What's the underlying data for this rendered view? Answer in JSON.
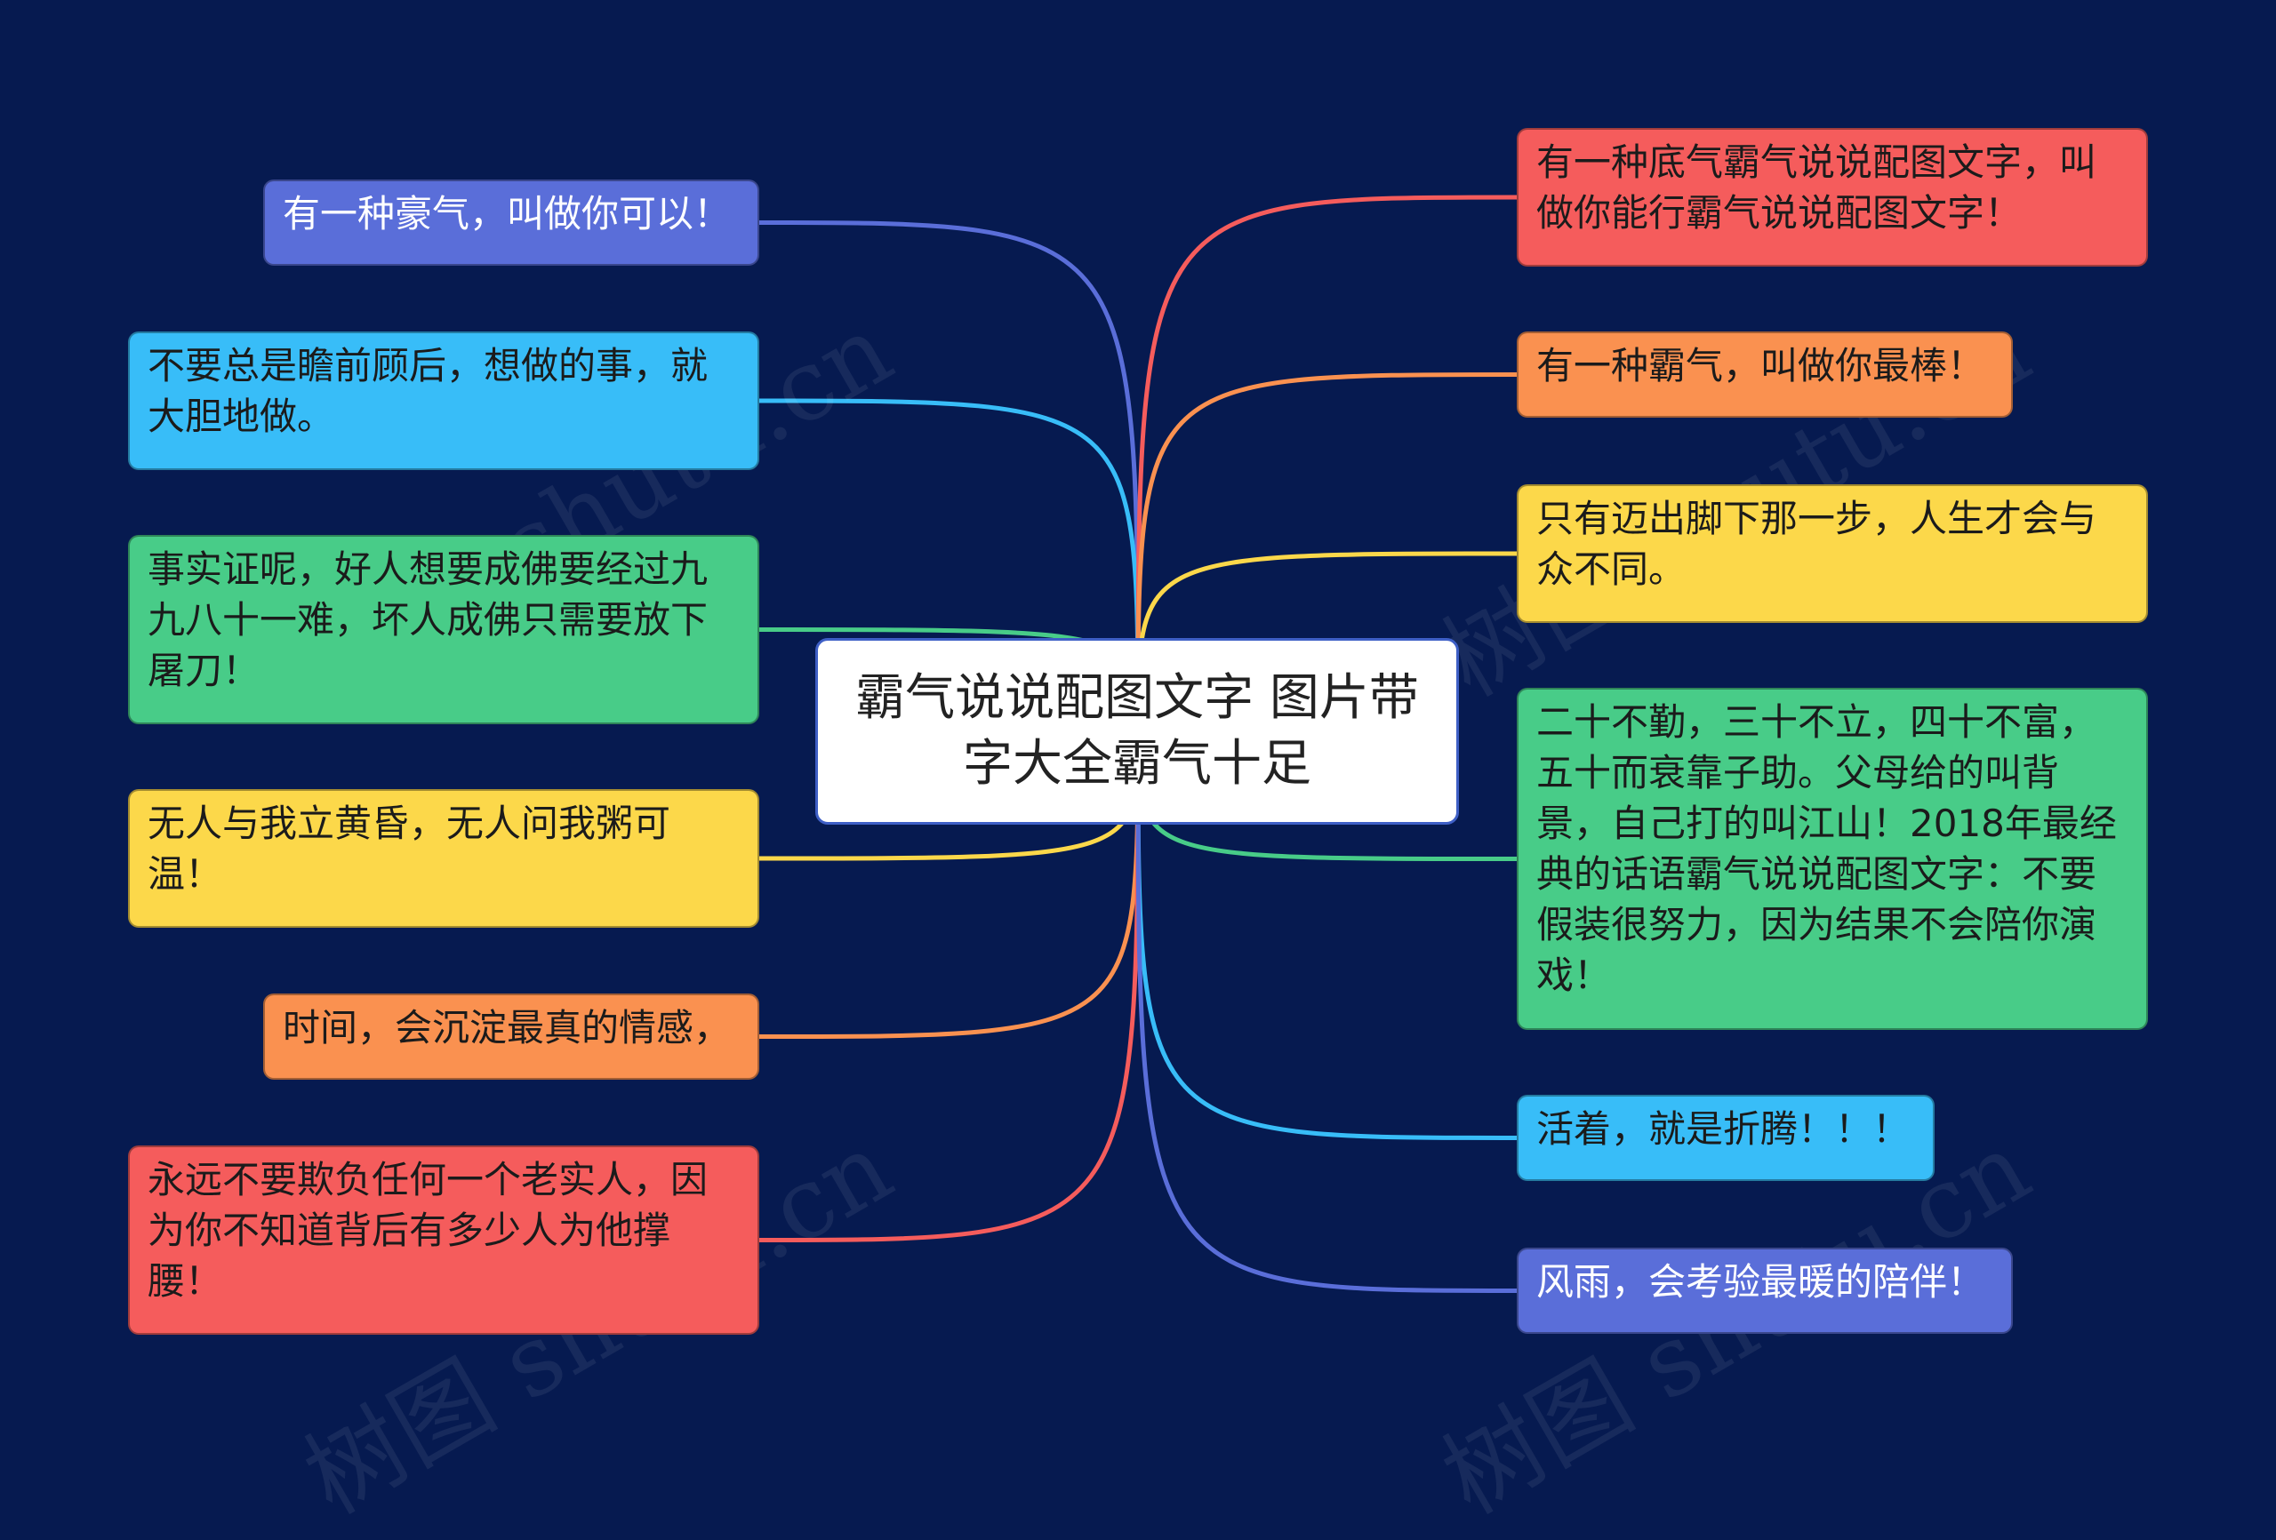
{
  "center": {
    "title": "霸气说说配图文字 图片带字大全霸气十足"
  },
  "watermark": "树图 shutu.cn",
  "colors": {
    "background": "#061A50",
    "blue": "#5A6ED9",
    "cyan": "#38BDF8",
    "green": "#48CC88",
    "yellow": "#FCD84A",
    "orange": "#FA9150",
    "red": "#F55C5C",
    "center_border": "#3E5FC6"
  },
  "left_nodes": [
    {
      "text": "有一种豪气，叫做你可以！",
      "color": "blue"
    },
    {
      "text": "不要总是瞻前顾后，想做的事，就大胆地做。",
      "color": "cyan"
    },
    {
      "text": "事实证呢，好人想要成佛要经过九九八十一难，坏人成佛只需要放下屠刀！",
      "color": "green"
    },
    {
      "text": "无人与我立黄昏，无人问我粥可温！",
      "color": "yellow"
    },
    {
      "text": "时间，会沉淀最真的情感，",
      "color": "orange"
    },
    {
      "text": "永远不要欺负任何一个老实人，因为你不知道背后有多少人为他撑腰！",
      "color": "red"
    }
  ],
  "right_nodes": [
    {
      "text": "有一种底气霸气说说配图文字，叫做你能行霸气说说配图文字！",
      "color": "red"
    },
    {
      "text": "有一种霸气，叫做你最棒！",
      "color": "orange"
    },
    {
      "text": "只有迈出脚下那一步，人生才会与众不同。",
      "color": "yellow"
    },
    {
      "text": "二十不勤，三十不立，四十不富，五十而衰靠子助。父母给的叫背景，自己打的叫江山！2018年最经典的话语霸气说说配图文字：不要假装很努力，因为结果不会陪你演戏！",
      "color": "green"
    },
    {
      "text": "活着，就是折腾！！！",
      "color": "cyan"
    },
    {
      "text": "风雨，会考验最暖的陪伴！",
      "color": "blue"
    }
  ]
}
